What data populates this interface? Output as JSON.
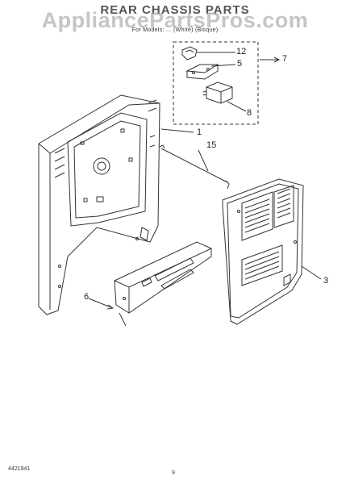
{
  "header": {
    "title": "REAR CHASSIS PARTS",
    "watermark": "AppliancePartsPros.com",
    "model_line": "For Models: ... (White) (Bisque)",
    "color_line": "(White) (Bisque)"
  },
  "callouts": {
    "c12": "12",
    "c5": "5",
    "c7": "7",
    "c8": "8",
    "c1": "1",
    "c15": "15",
    "c3": "3",
    "c6": "6"
  },
  "footer": {
    "part_number": "4421941",
    "page_number": "9"
  },
  "colors": {
    "line": "#333333",
    "watermark": "#969696"
  }
}
